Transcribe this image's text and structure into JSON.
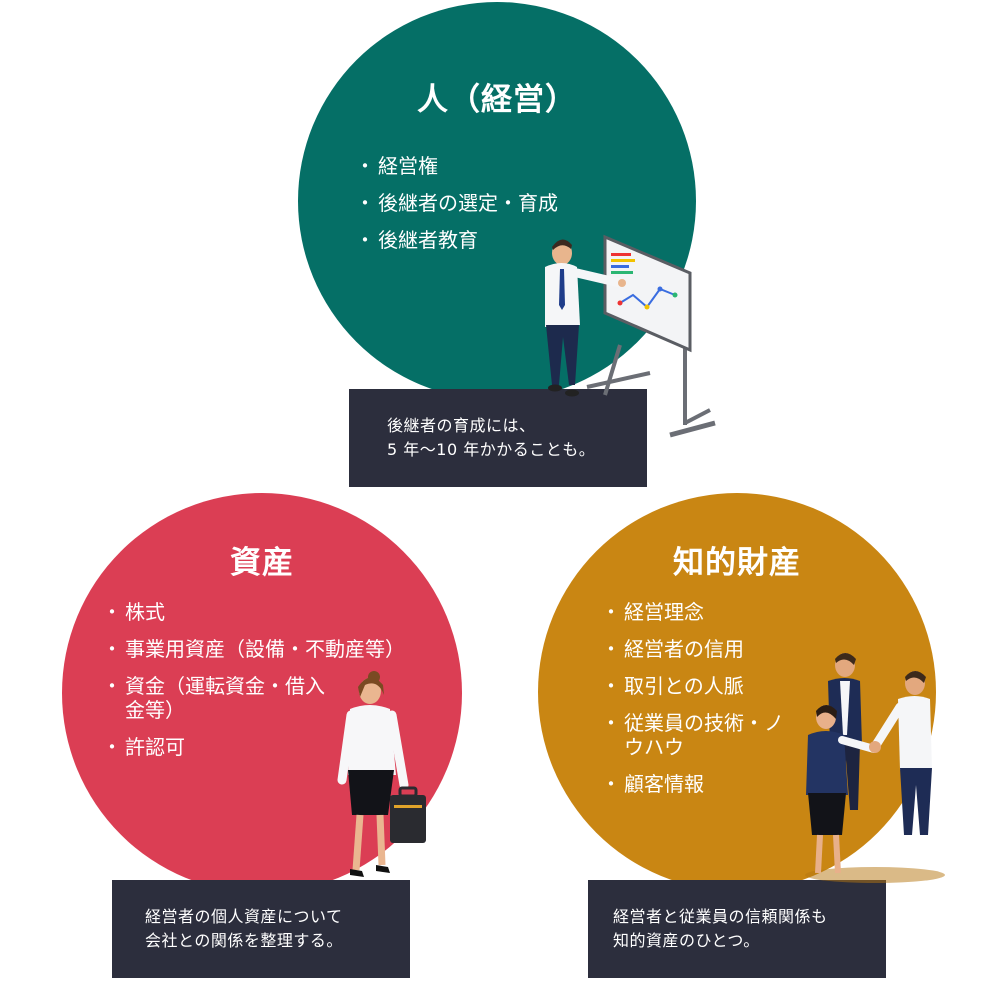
{
  "people": {
    "title": "人（経営）",
    "items": [
      "経営権",
      "後継者の選定・育成",
      "後継者教育"
    ],
    "caption": [
      "後継者の育成には、",
      "5 年〜10 年かかることも。"
    ],
    "color": "#056f66"
  },
  "assets": {
    "title": "資産",
    "items": [
      "株式",
      "事業用資産（設備・不動産等）",
      "資金（運転資金・借入金等）",
      "許認可"
    ],
    "caption": [
      "経営者の個人資産について",
      "会社との関係を整理する。"
    ],
    "color": "#db3e54"
  },
  "ip": {
    "title": "知的財産",
    "items": [
      "経営理念",
      "経営者の信用",
      "取引との人脈",
      "従業員の技術・ノウハウ",
      "顧客情報"
    ],
    "caption": [
      "経営者と従業員の信頼関係も",
      "知的資産のひとつ。"
    ],
    "color": "#c98613"
  },
  "caption_bg": "#2c2e3d"
}
